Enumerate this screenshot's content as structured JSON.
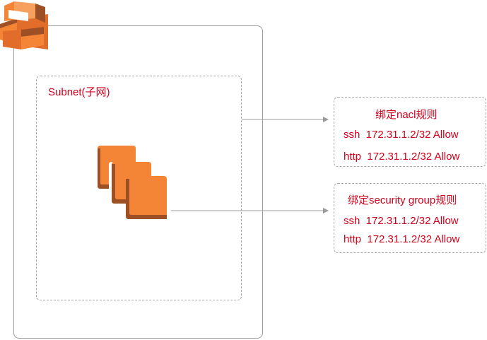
{
  "subnet": {
    "label": "Subnet(子网)"
  },
  "nacl": {
    "title": "绑定nacl规则",
    "rules": [
      "ssh  172.31.1.2/32 Allow",
      "http  172.31.1.2/32 Allow"
    ]
  },
  "security_group": {
    "title": "绑定security group规则",
    "rules": [
      "ssh  172.31.1.2/32 Allow",
      "http  172.31.1.2/32 Allow"
    ]
  },
  "icons": {
    "vpc": "aws-vpc-icon",
    "instances": "aws-ec2-instances-icon"
  },
  "colors": {
    "aws_orange": "#f58536",
    "aws_orange_dark": "#9d5025",
    "text_red": "#d0021b",
    "border_gray": "#999999",
    "arrow_gray": "#9b9b9b"
  }
}
